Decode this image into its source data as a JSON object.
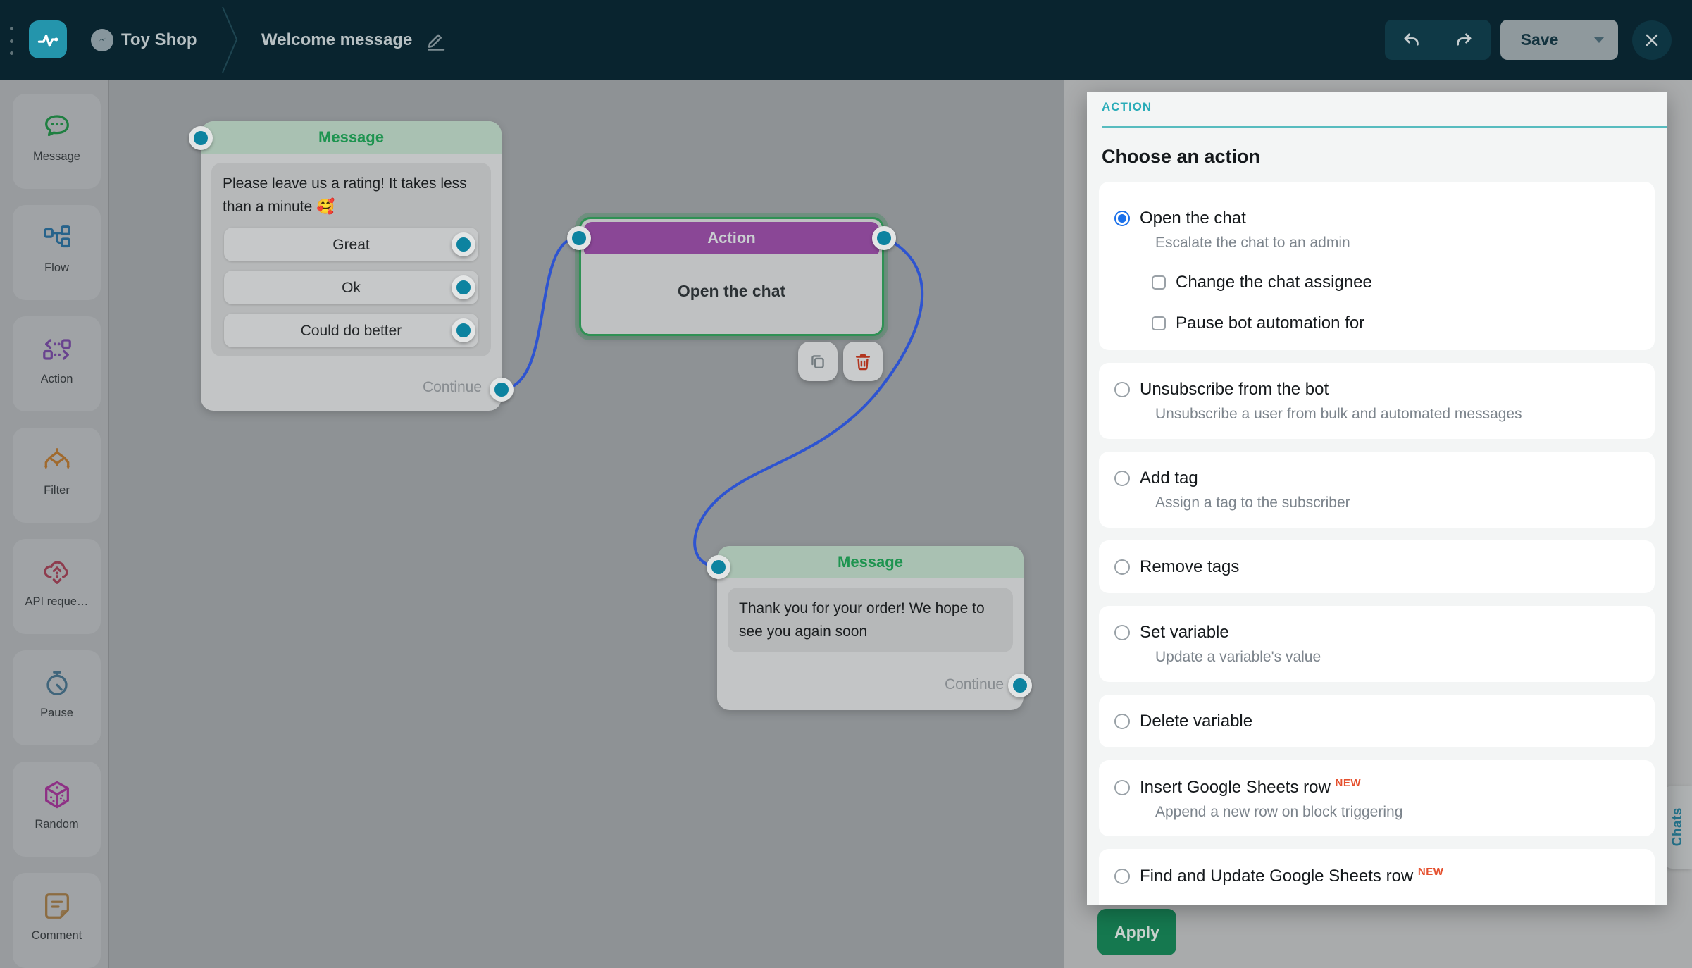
{
  "header": {
    "brand": "Toy Shop",
    "title": "Welcome message",
    "save_label": "Save"
  },
  "sidebar": {
    "items": [
      {
        "label": "Message",
        "icon": "message-bubble-icon"
      },
      {
        "label": "Flow",
        "icon": "flow-icon"
      },
      {
        "label": "Action",
        "icon": "action-icon"
      },
      {
        "label": "Filter",
        "icon": "filter-icon"
      },
      {
        "label": "API reque…",
        "icon": "api-request-icon"
      },
      {
        "label": "Pause",
        "icon": "pause-timer-icon"
      },
      {
        "label": "Random",
        "icon": "random-dice-icon"
      },
      {
        "label": "Comment",
        "icon": "comment-note-icon"
      }
    ]
  },
  "canvas": {
    "message1": {
      "type_label": "Message",
      "text": "Please leave us a rating! It takes less than a minute 🥰",
      "buttons": [
        "Great",
        "Ok",
        "Could do better"
      ],
      "continue_label": "Continue"
    },
    "action": {
      "type_label": "Action",
      "text": "Open the chat"
    },
    "message2": {
      "type_label": "Message",
      "text": "Thank you for your order! We hope to see you again soon",
      "continue_label": "Continue"
    }
  },
  "panel": {
    "tab": "ACTION",
    "heading": "Choose an action",
    "options": [
      {
        "title": "Open the chat",
        "desc": "Escalate the chat to an admin",
        "selected": true,
        "checkboxes": [
          "Change the chat assignee",
          "Pause bot automation for"
        ]
      },
      {
        "title": "Unsubscribe from the bot",
        "desc": "Unsubscribe a user from bulk and automated messages"
      },
      {
        "title": "Add tag",
        "desc": "Assign a tag to the subscriber"
      },
      {
        "title": "Remove tags"
      },
      {
        "title": "Set variable",
        "desc": "Update a variable's value"
      },
      {
        "title": "Delete variable"
      },
      {
        "title": "Insert Google Sheets row",
        "desc": "Append a new row on block triggering",
        "badge": "NEW"
      },
      {
        "title": "Find and Update Google Sheets row",
        "badge": "NEW"
      }
    ],
    "apply_label": "Apply"
  },
  "chats_tab_label": "Chats",
  "colors": {
    "topbar": "#09242f",
    "accent_teal": "#29acb8",
    "node_green": "#1e9450",
    "node_purple": "#8a4796",
    "selection_green": "#2f9154",
    "connector_teal": "#0d83a0",
    "edge_blue": "#2e54d0",
    "radio_blue": "#1a70ea",
    "new_badge": "#e5502e",
    "apply_green": "#15784f"
  }
}
